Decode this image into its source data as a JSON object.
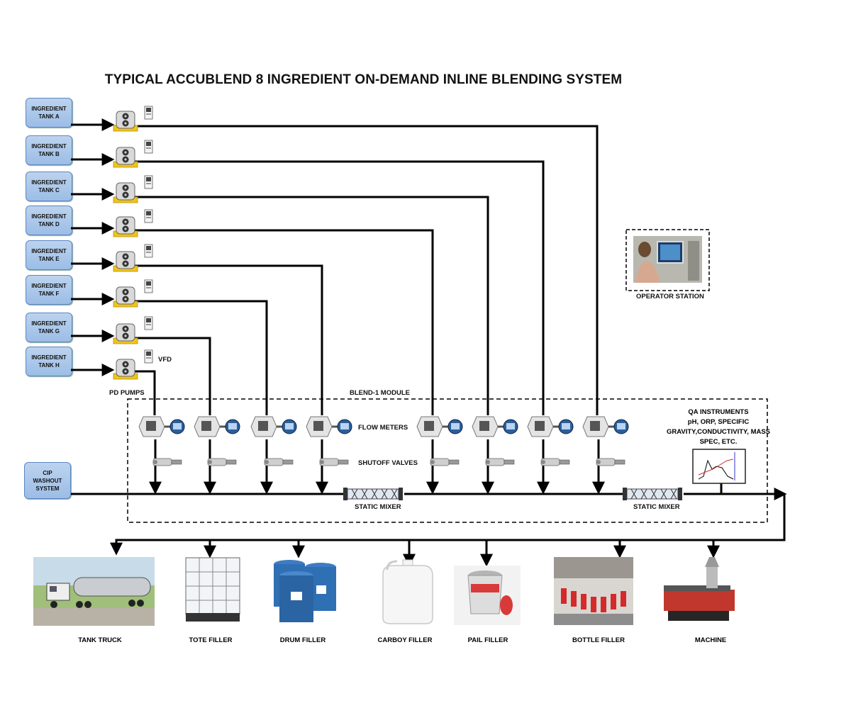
{
  "title": "TYPICAL ACCUBLEND 8 INGREDIENT ON-DEMAND INLINE BLENDING SYSTEM",
  "tanks": [
    {
      "line1": "INGREDIENT",
      "line2": "TANK A"
    },
    {
      "line1": "INGREDIENT",
      "line2": "TANK B"
    },
    {
      "line1": "INGREDIENT",
      "line2": "TANK C"
    },
    {
      "line1": "INGREDIENT",
      "line2": "TANK D"
    },
    {
      "line1": "INGREDIENT",
      "line2": "TANK E"
    },
    {
      "line1": "INGREDIENT",
      "line2": "TANK F"
    },
    {
      "line1": "INGREDIENT",
      "line2": "TANK G"
    },
    {
      "line1": "INGREDIENT",
      "line2": "TANK H"
    }
  ],
  "labels": {
    "vfd": "VFD",
    "pd_pumps": "PD PUMPS",
    "blend_module": "BLEND-1 MODULE",
    "flow_meters": "FLOW METERS",
    "shutoff_valves": "SHUTOFF VALVES",
    "static_mixer_1": "STATIC MIXER",
    "static_mixer_2": "STATIC MIXER",
    "operator_station": "OPERATOR STATION",
    "qa_line1": "QA INSTRUMENTS",
    "qa_line2": "pH, ORP, SPECIFIC",
    "qa_line3": "GRAVITY,CONDUCTIVITY, MASS",
    "qa_line4": "SPEC, ETC."
  },
  "cip": {
    "line1": "CIP",
    "line2": "WASHOUT",
    "line3": "SYSTEM"
  },
  "outputs": [
    {
      "label": "TANK TRUCK",
      "icon": "tank-truck-icon"
    },
    {
      "label": "TOTE FILLER",
      "icon": "tote-icon"
    },
    {
      "label": "DRUM FILLER",
      "icon": "drum-icon"
    },
    {
      "label": "CARBOY FILLER",
      "icon": "carboy-icon"
    },
    {
      "label": "PAIL FILLER",
      "icon": "pail-icon"
    },
    {
      "label": "BOTTLE FILLER",
      "icon": "bottle-filler-icon"
    },
    {
      "label": "MACHINE",
      "icon": "machine-icon"
    }
  ],
  "colors": {
    "tank_fill": "#a9c6ea",
    "tank_border": "#5b86c2",
    "pipe": "#000000",
    "pump_base": "#f0c419",
    "drum_blue": "#2f6fb3",
    "pail_red": "#d83a3a"
  }
}
